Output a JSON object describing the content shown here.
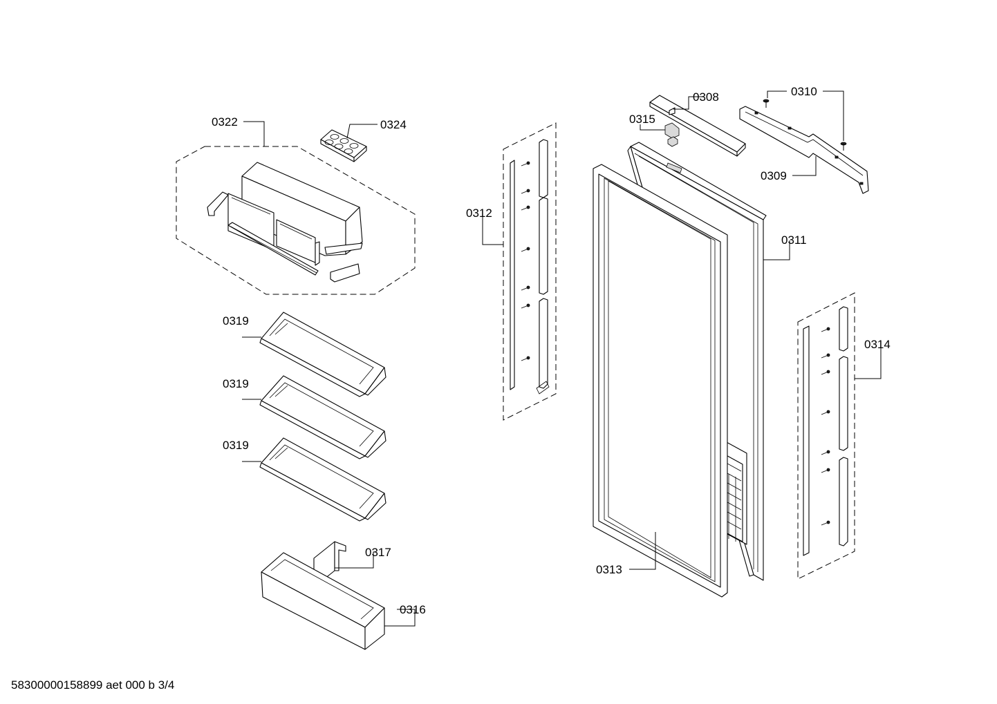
{
  "labels": {
    "p0322": "0322",
    "p0324": "0324",
    "p0319a": "0319",
    "p0319b": "0319",
    "p0319c": "0319",
    "p0317": "0317",
    "p0316": "0316",
    "p0312": "0312",
    "p0308": "0308",
    "p0315": "0315",
    "p0310": "0310",
    "p0309": "0309",
    "p0311": "0311",
    "p0314": "0314",
    "p0313": "0313"
  },
  "footer": "58300000158899 aet 000 b 3/4"
}
